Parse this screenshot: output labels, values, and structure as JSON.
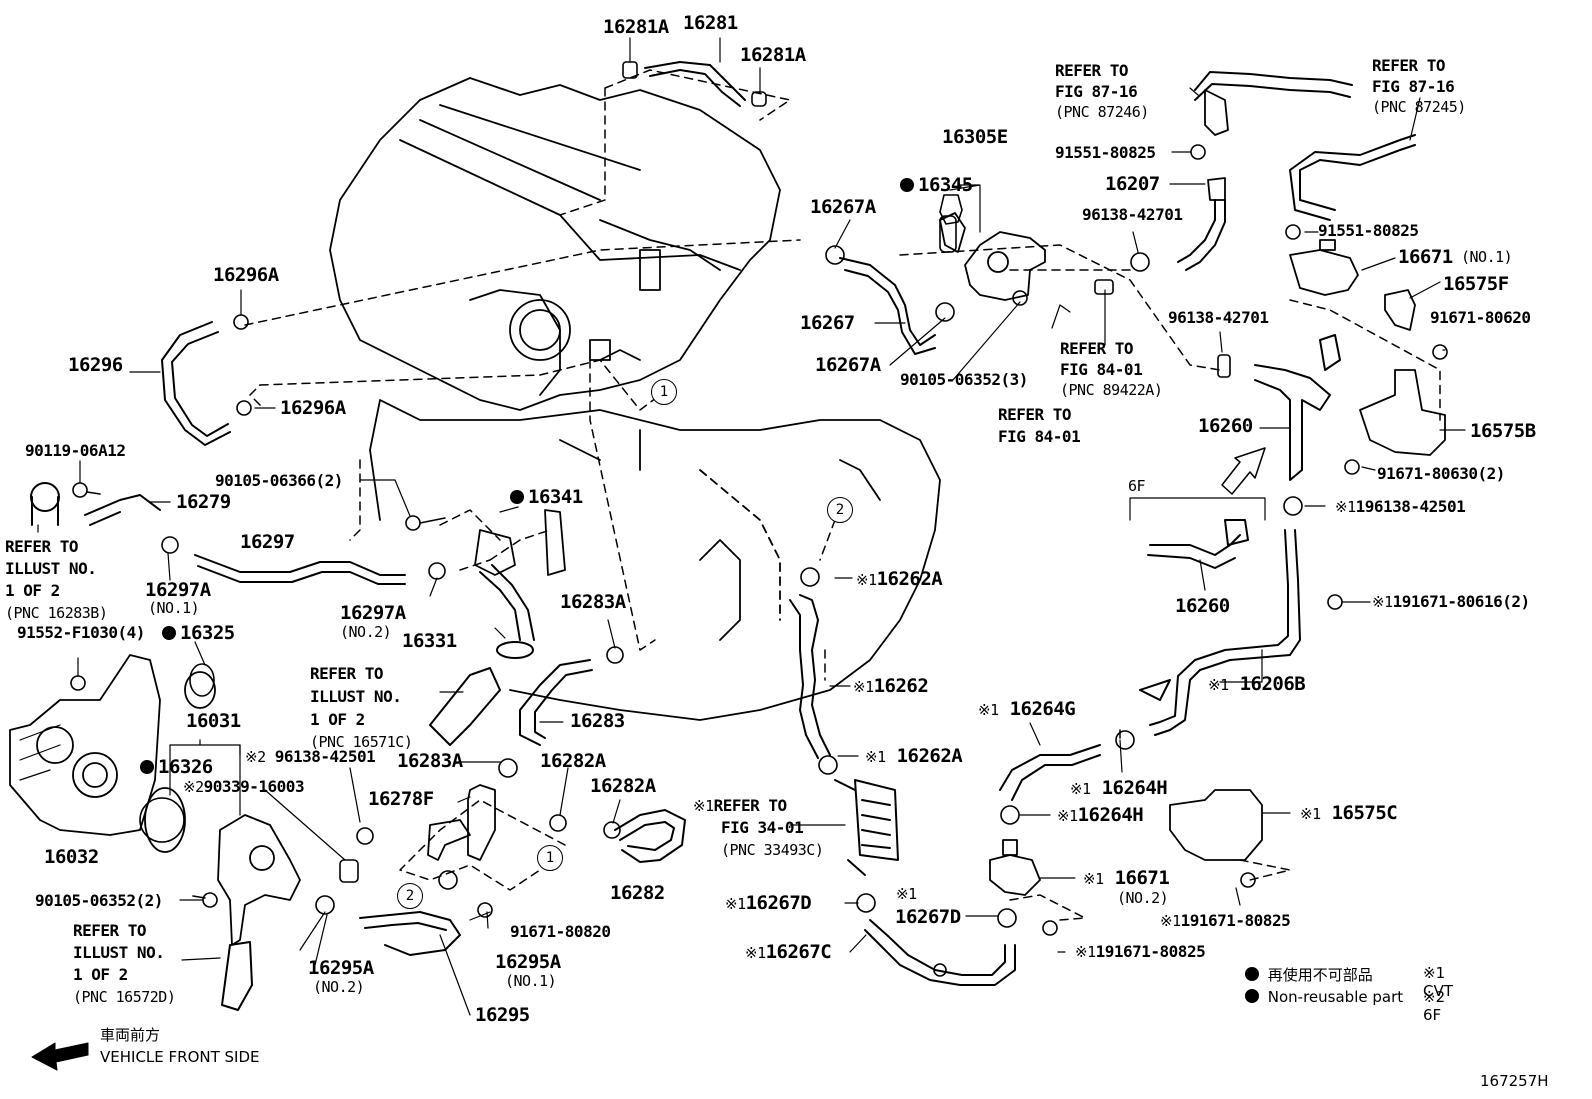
{
  "parts": {
    "p16281A_a": "16281A",
    "p16281": "16281",
    "p16281A_b": "16281A",
    "p16296A_a": "16296A",
    "p16296": "16296",
    "p16296A_b": "16296A",
    "p90119": "90119-06A12",
    "p16279": "16279",
    "p90105_66": "90105-06366(2)",
    "p16341": "16341",
    "p16297": "16297",
    "p16297A_1": "16297A",
    "p16297A_1s": "(NO.1)",
    "p16297A_2": "16297A",
    "p16297A_2s": "(NO.2)",
    "p91552": "91552-F1030(4)",
    "p16325": "16325",
    "p16331": "16331",
    "p16283A_a": "16283A",
    "p16283": "16283",
    "p16283A_b": "16283A",
    "p16031": "16031",
    "p16326": "16326",
    "p16032": "16032",
    "p96138_425": "96138-42501",
    "p90339": "90339-16003",
    "p16278F": "16278F",
    "p16282A_a": "16282A",
    "p16282A_b": "16282A",
    "p16282": "16282",
    "p90105_52_2": "90105-06352(2)",
    "p91671_80820": "91671-80820",
    "p16295A_1": "16295A",
    "p16295A_1s": "(NO.1)",
    "p16295A_2": "16295A",
    "p16295A_2s": "(NO.2)",
    "p16295": "16295",
    "p16267A_a": "16267A",
    "p16267": "16267",
    "p16267A_b": "16267A",
    "p16345": "16345",
    "p16305E": "16305E",
    "p90105_52_3": "90105-06352(3)",
    "p91551_a": "91551-80825",
    "p16207": "16207",
    "p96138_427a": "96138-42701",
    "p91551_b": "91551-80825",
    "p16671_1": "16671",
    "p16671_1s": "(NO.1)",
    "p16575F": "16575F",
    "p96138_427b": "96138-42701",
    "p91671_80620": "91671-80620",
    "p16260_a": "16260",
    "p16575B": "16575B",
    "p91671_80630": "91671-80630(2)",
    "p96138_42501r": "196138-42501",
    "p6F": "6F",
    "p16260_b": "16260",
    "p91671_80616": "191671-80616(2)",
    "p16206B": "16206B",
    "p16262A_a": "16262A",
    "p16262": "16262",
    "p16262A_b": "16262A",
    "p16264G": "16264G",
    "p16264H_a": "16264H",
    "p16264H_b": "16264H",
    "p16575C": "16575C",
    "p16671_2": "16671",
    "p16671_2s": "(NO.2)",
    "p91671_80825a": "191671-80825",
    "p91671_80825b": "191671-80825",
    "p16267D_a": "16267D",
    "p16267D_b": "16267D",
    "p16267C": "16267C"
  },
  "refs": {
    "r_illust_16283B": [
      "REFER TO",
      "ILLUST NO.",
      "1 OF 2",
      "(PNC 16283B)"
    ],
    "r_illust_16571C": [
      "REFER TO",
      "ILLUST NO.",
      "1 OF 2",
      "(PNC 16571C)"
    ],
    "r_illust_16572D": [
      "REFER TO",
      "ILLUST NO.",
      "1 OF 2",
      "(PNC 16572D)"
    ],
    "r_fig_87246": [
      "REFER TO",
      "FIG 87-16",
      "(PNC 87246)"
    ],
    "r_fig_87245": [
      "REFER TO",
      "FIG 87-16",
      "(PNC 87245)"
    ],
    "r_fig_89422A": [
      "REFER TO",
      "FIG 84-01",
      "(PNC 89422A)"
    ],
    "r_fig_8401": [
      "REFER TO",
      "FIG 84-01"
    ],
    "r_fig_33493C": [
      "REFER TO",
      "FIG 34-01",
      "(PNC 33493C)"
    ]
  },
  "marks": {
    "m1": "※1",
    "m2": "※2"
  },
  "circles": {
    "c1": "1",
    "c2": "2"
  },
  "legend": {
    "jp": "再使用不可部品",
    "en": "Non-reusable part",
    "m1": "※1 CVT",
    "m2": "※2 6F"
  },
  "direction": {
    "jp": "車両前方",
    "en": "VEHICLE FRONT SIDE"
  },
  "figure_id": "167257H"
}
